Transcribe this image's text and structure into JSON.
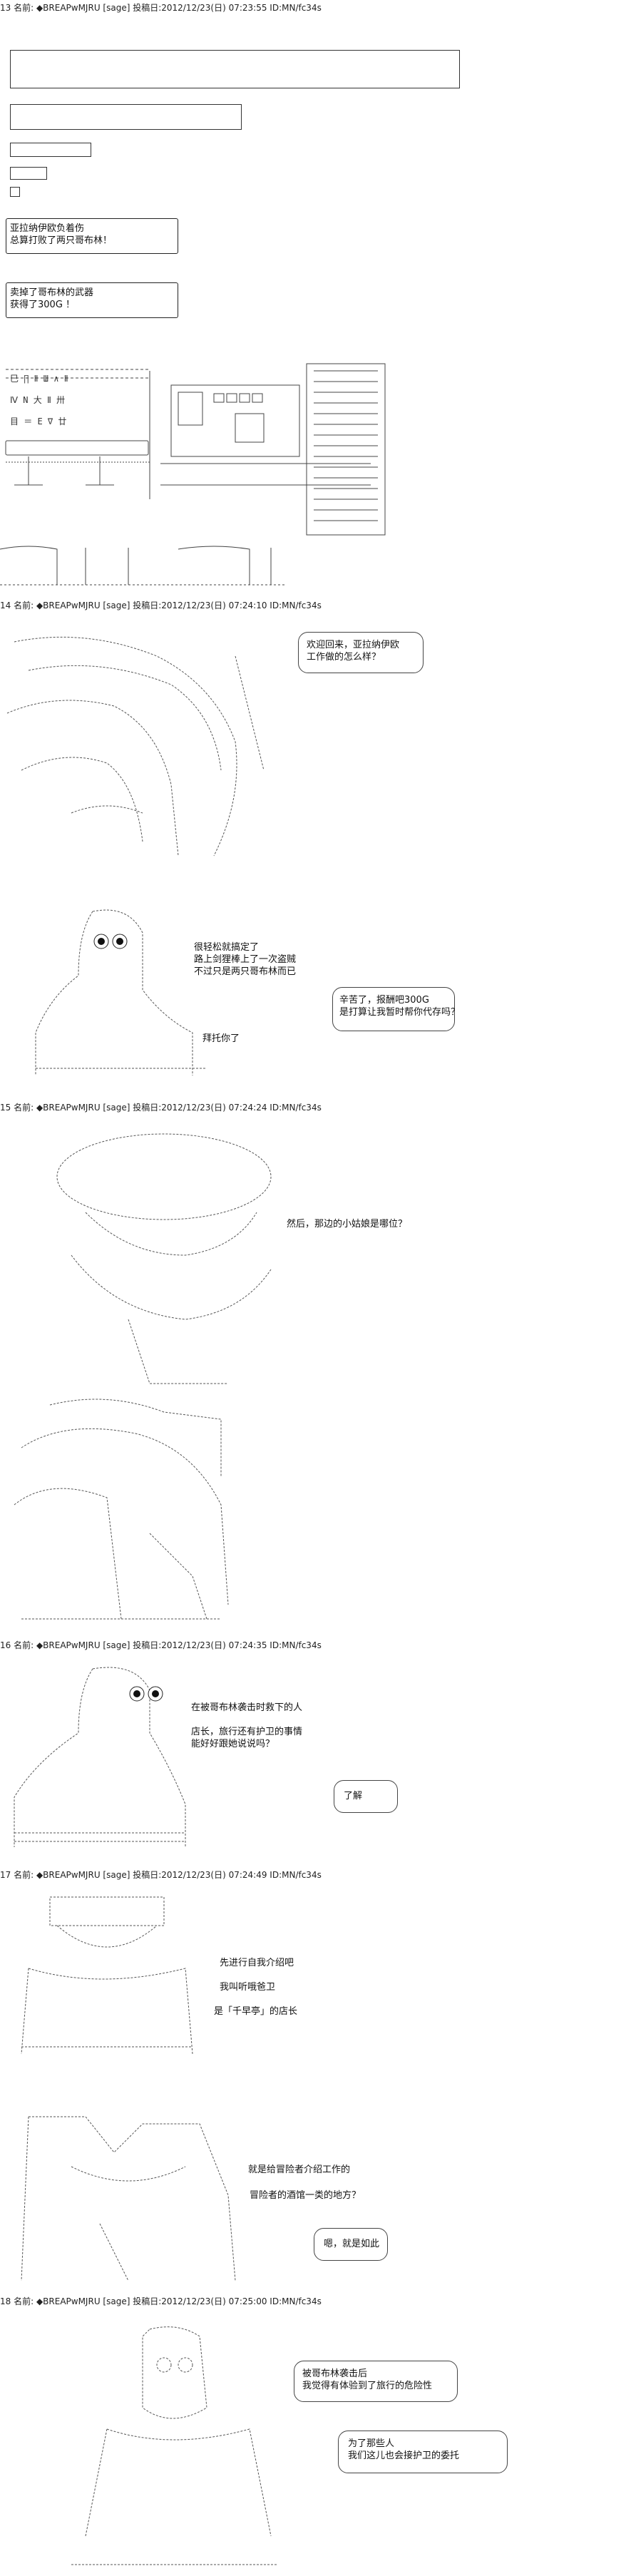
{
  "posts": [
    {
      "header": "13 名前: ◆BREAPwMJRU [sage] 投稿日:2012/12/23(日) 07:23:55 ID:MN/fc34s"
    },
    {
      "header": "14 名前: ◆BREAPwMJRU [sage] 投稿日:2012/12/23(日) 07:24:10 ID:MN/fc34s"
    },
    {
      "header": "15 名前: ◆BREAPwMJRU [sage] 投稿日:2012/12/23(日) 07:24:24 ID:MN/fc34s"
    },
    {
      "header": "16 名前: ◆BREAPwMJRU [sage] 投稿日:2012/12/23(日) 07:24:35 ID:MN/fc34s"
    },
    {
      "header": "17 名前: ◆BREAPwMJRU [sage] 投稿日:2012/12/23(日) 07:24:49 ID:MN/fc34s"
    },
    {
      "header": "18 名前: ◆BREAPwMJRU [sage] 投稿日:2012/12/23(日) 07:25:00 ID:MN/fc34s"
    }
  ],
  "post13": {
    "box1": "亚拉纳伊欧负着伤\n总算打败了两只哥布林！",
    "box2": "卖掉了哥布林的武器\n获得了300G ！",
    "signs": [
      "巳 ∏ Ⅱ Ш ∧ Ⅱ",
      "Ⅳ N 大 Ⅱ 卅",
      "目 ＝ E ∇ 廿"
    ]
  },
  "post14": {
    "bubble1": "欢迎回来，亚拉纳伊欧\n工作做的怎么样？",
    "speech1": "很轻松就搞定了\n路上剑狸棒上了一次盗贼\n不过只是两只哥布林而已",
    "bubble2": "辛苦了，报酬吧300G\n是打算让我暂时帮你代存吗？",
    "speech2": "拜托你了"
  },
  "post15": {
    "speech1": "然后，那边的小姑娘是哪位？"
  },
  "post16": {
    "speech1": "在被哥布林袭击时救下的人",
    "speech2": "店长，旅行还有护卫的事情\n能好好跟她说说吗？",
    "bubble1": "了解"
  },
  "post17": {
    "speech1": "先进行自我介绍吧",
    "speech2": "我叫听哦爸卫",
    "speech3": "是「千早亭」的店长",
    "speech4": "就是给冒险者介绍工作的",
    "speech5": "冒险者的酒馆一类的地方？",
    "bubble1": "嗯，就是如此"
  },
  "post18": {
    "bubble1": "被哥布林袭击后\n我觉得有体验到了旅行的危险性",
    "bubble2": "为了那些人\n我们这儿也会接护卫的委托"
  }
}
